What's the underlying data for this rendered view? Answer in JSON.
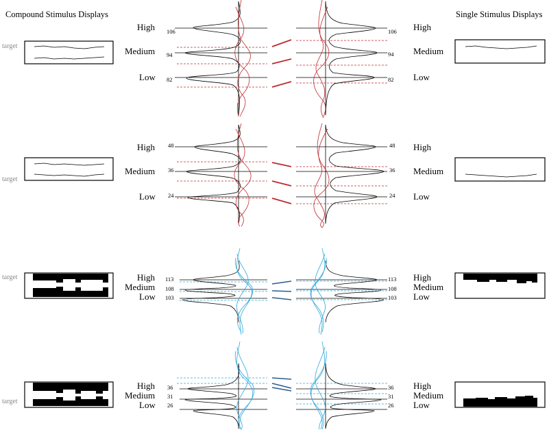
{
  "headings": {
    "compound": "Compound Stimulus Displays",
    "single": "Single Stimulus Displays"
  },
  "target_label": "target",
  "level_labels": {
    "high": "High",
    "medium": "Medium",
    "low": "Low"
  },
  "colors": {
    "line": "#000000",
    "position_red": "#c0282d",
    "length_blue": "#2aa7dd",
    "length_connector": "#2d5b8f",
    "target_gray": "#8a8a8a"
  },
  "panels": [
    {
      "id": "position-panel-1",
      "encoding": "position",
      "values": [
        "106",
        "94",
        "82"
      ]
    },
    {
      "id": "position-panel-2",
      "encoding": "position",
      "values": [
        "48",
        "36",
        "24"
      ]
    },
    {
      "id": "length-panel-3",
      "encoding": "length",
      "values": [
        "113",
        "108",
        "103"
      ]
    },
    {
      "id": "length-panel-4",
      "encoding": "length",
      "values": [
        "36",
        "31",
        "26"
      ]
    }
  ]
}
